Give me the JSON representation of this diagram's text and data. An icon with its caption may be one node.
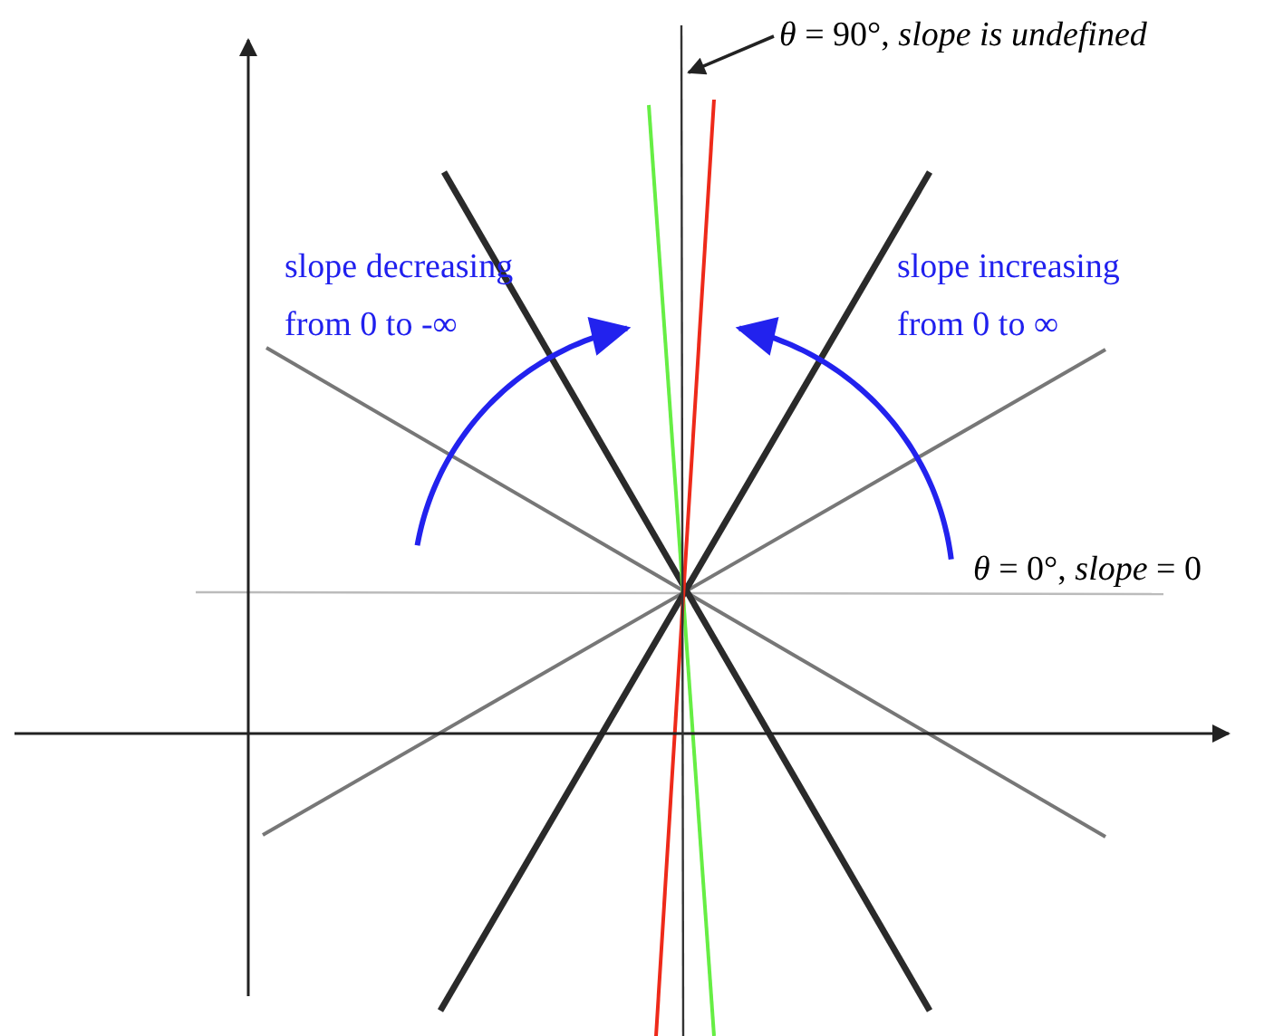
{
  "diagram": {
    "nodes": [
      {
        "text": [
          "*θ* = 90°, *slope is undefined*"
        ]
      },
      {
        "text": [],
        "shape": "line"
      }
    ],
    "edges": [
      {
        "from": 0,
        "to": 1,
        "arrow": "to"
      }
    ],
    "labels": [
      "*θ* = 0°, *slope* = 0",
      "slope decreasing from 0 to -∞",
      "slope increasing from 0 to ∞"
    ]
  }
}
